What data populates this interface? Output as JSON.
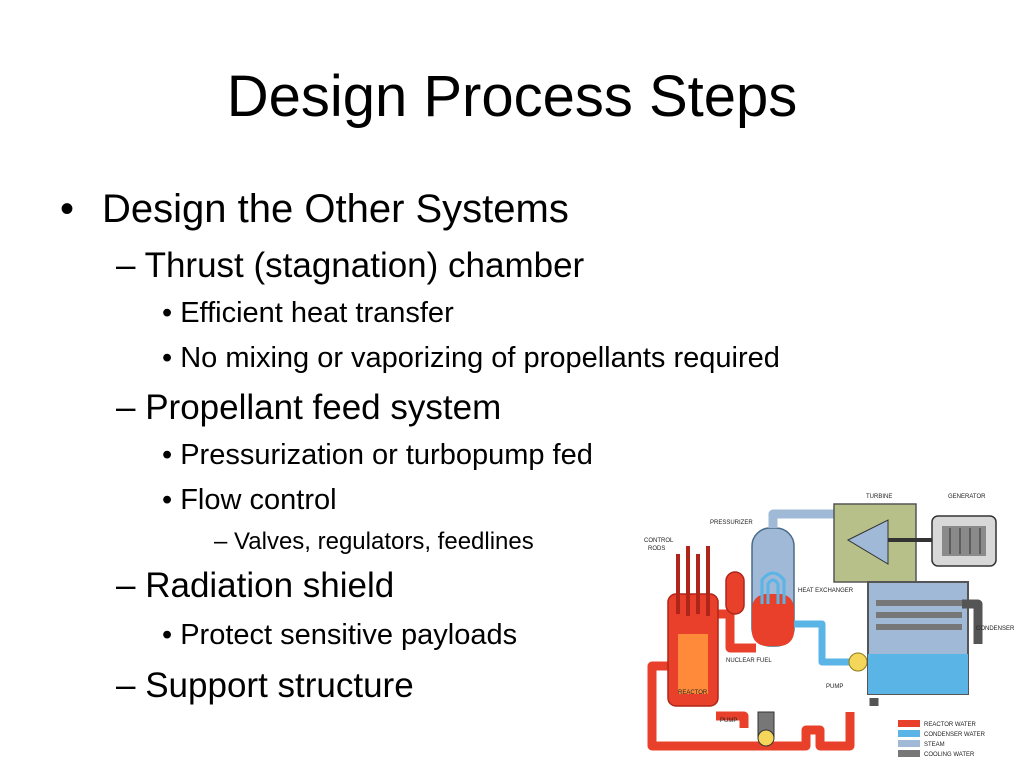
{
  "slide": {
    "title": "Design Process Steps",
    "bullets": {
      "main": "Design the Other Systems",
      "thrust": "Thrust (stagnation) chamber",
      "heat": "Efficient heat transfer",
      "mixing": "No mixing or vaporizing of propellants required",
      "feed": "Propellant feed system",
      "pressurization": "Pressurization or turbopump fed",
      "flow": "Flow control",
      "valves": "Valves, regulators, feedlines",
      "shield": "Radiation shield",
      "protect": "Protect sensitive payloads",
      "support": "Support structure"
    },
    "bullet_symbols": {
      "dot": "•",
      "dash": "–"
    }
  },
  "diagram": {
    "labels": {
      "turbine": "TURBINE",
      "generator": "GENERATOR",
      "pressurizer": "PRESSURIZER",
      "control_rods_1": "CONTROL",
      "control_rods_2": "RODS",
      "heat_exchanger": "HEAT EXCHANGER",
      "nuclear_fuel": "NUCLEAR FUEL",
      "condenser": "CONDENSER",
      "pump_secondary": "PUMP",
      "reactor": "REACTOR",
      "pump_primary": "PUMP"
    },
    "legend": [
      {
        "label": "REACTOR WATER",
        "color": "#e8402a"
      },
      {
        "label": "CONDENSER WATER",
        "color": "#5ab4e6"
      },
      {
        "label": "STEAM",
        "color": "#9fb9d6"
      },
      {
        "label": "COOLING WATER",
        "color": "#777777"
      }
    ]
  }
}
